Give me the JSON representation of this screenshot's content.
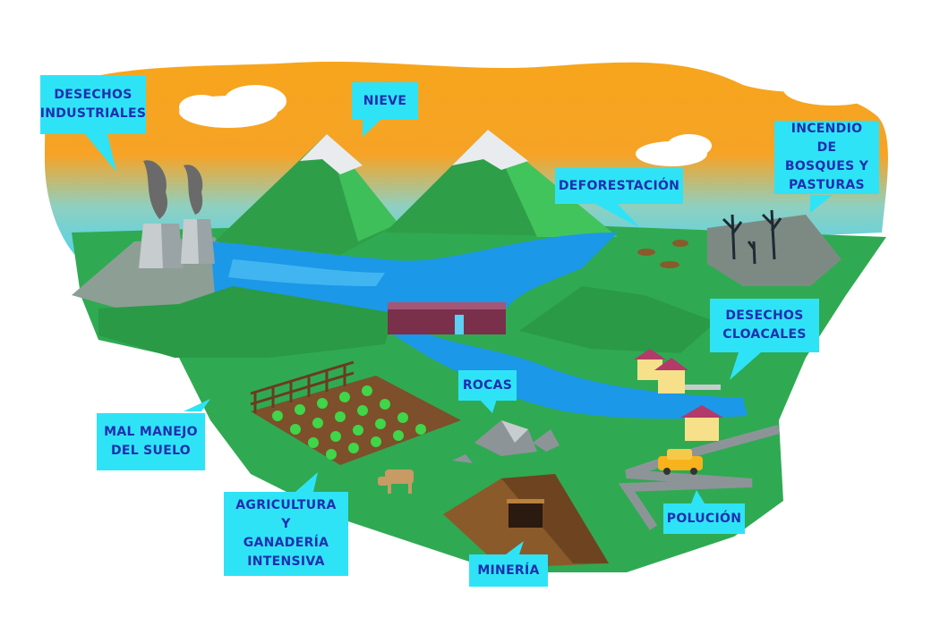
{
  "labels": {
    "desechos_industriales": "DESECHOS\nINDUSTRIALES",
    "nieve": "NIEVE",
    "deforestacion": "DEFORESTACIÓN",
    "incendio": "INCENDIO DE\nBOSQUES Y\nPASTURAS",
    "desechos_cloacales": "DESECHOS\nCLOACALES",
    "rocas": "ROCAS",
    "mal_manejo": "MAL MANEJO\nDEL SUELO",
    "agricultura": "AGRICULTURA Y\nGANADERÍA\nINTENSIVA",
    "mineria": "MINERÍA",
    "polucion": "POLUCIÓN"
  },
  "colors": {
    "callout_bg": "#2fe3f7",
    "callout_text": "#1f2fb0",
    "sky_orange": "#f7a51c",
    "sky_blue": "#4fd6f2",
    "grass": "#2faa52",
    "water": "#1b98e8",
    "soil": "#8a5a2b"
  }
}
